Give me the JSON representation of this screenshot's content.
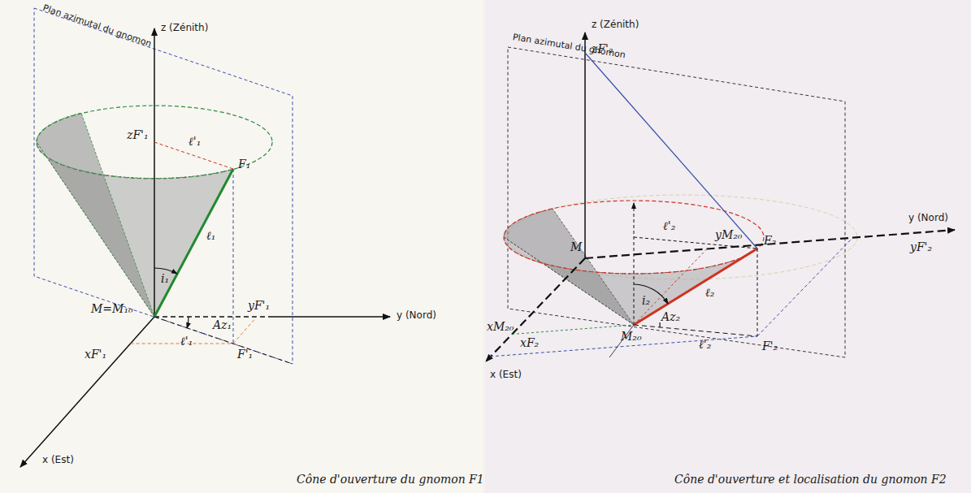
{
  "diagram": {
    "labels": [
      "z (Zénith)",
      "Plan azimutal du gnomon",
      "zF'₁",
      "ℓ'₁",
      "F₁",
      "ℓ₁",
      "i₁",
      "M=M₁₀",
      "Az₁",
      "ℓ'₁",
      "yF'₁",
      "y (Nord)",
      "xF'₁",
      "F'₁",
      "x (Est)",
      "Cône d'ouverture du gnomon F1",
      "z (Zénith)",
      "Plan azimutal du gnomon",
      "zF'₂",
      "ℓ'₂",
      "F₂",
      "M",
      "yM₂₀",
      "ℓ₂",
      "y (Nord)",
      "yF'₂",
      "i₂",
      "xM₂₀",
      "M₂₀",
      "Az₂",
      "ℓ'₂",
      "x (Est)",
      "xF₂",
      "F'₂",
      "Cône d'ouverture et localisation du gnomon F2"
    ]
  }
}
